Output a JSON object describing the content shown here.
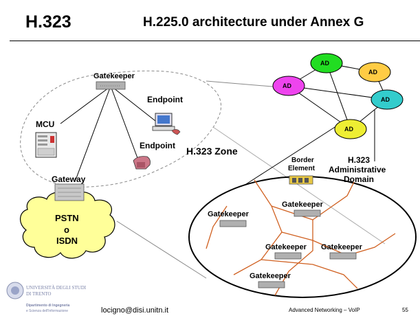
{
  "header": {
    "title_left": "H.323",
    "title_right": "H.225.0 architecture under Annex G"
  },
  "zone": {
    "gatekeeper": "Gatekeeper",
    "endpoint_top": "Endpoint",
    "endpoint_bottom": "Endpoint",
    "mcu": "MCU",
    "gateway": "Gateway",
    "zone_label": "H.323 Zone",
    "pstn": [
      "PSTN",
      "o",
      "ISDN"
    ]
  },
  "ad_cluster": {
    "nodes": [
      {
        "label": "AD",
        "color": "#22dd22"
      },
      {
        "label": "AD",
        "color": "#ffcc44"
      },
      {
        "label": "AD",
        "color": "#ee44ee"
      },
      {
        "label": "AD",
        "color": "#33cccc"
      },
      {
        "label": "AD",
        "color": "#eeee33"
      }
    ]
  },
  "domain": {
    "border_element": [
      "Border",
      "Element"
    ],
    "admin_domain": [
      "H.323",
      "Administrative",
      "Domain"
    ],
    "gatekeepers": [
      "Gatekeeper",
      "Gatekeeper",
      "Gatekeeper",
      "Gatekeeper",
      "Gatekeeper"
    ]
  },
  "footer": {
    "university": [
      "UNIVERSITÀ DEGLI STUDI",
      "DI TRENTO"
    ],
    "department": [
      "Dipartimento di Ingegneria",
      "e Scienza dell'Informazione"
    ],
    "email": "locigno@disi.unitn.it",
    "course": "Advanced Networking – VoIP",
    "page": "55"
  },
  "colors": {
    "link_orange": "#d06020",
    "sky": "#ffff99"
  }
}
